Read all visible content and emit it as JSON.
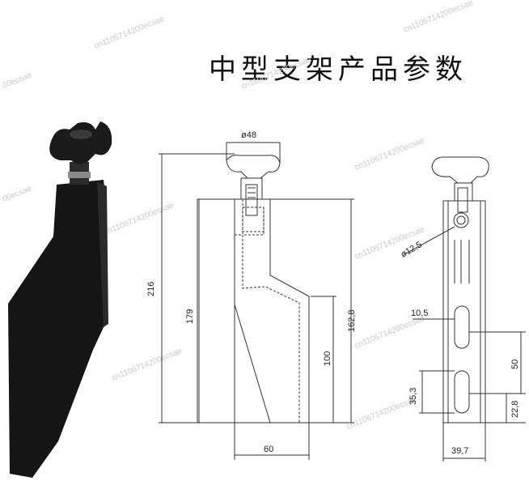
{
  "title": "中型支架产品参数",
  "watermark": "cn1106714200ecsae",
  "watermark_short": ".00ecsae",
  "dimensions": {
    "knob_diameter": "ø48",
    "total_height": "216",
    "body_height": "179",
    "right_height": "162,8",
    "slot_depth": "100",
    "base_width": "60",
    "hole_diameter": "ø12,5",
    "slot_width": "10,5",
    "slot_pitch": "50",
    "slot_length": "35,3",
    "bottom_offset": "22,8",
    "side_width": "39,7"
  },
  "colors": {
    "bracket": "#151515",
    "line": "#333333",
    "watermark": "#c9c9c9"
  }
}
